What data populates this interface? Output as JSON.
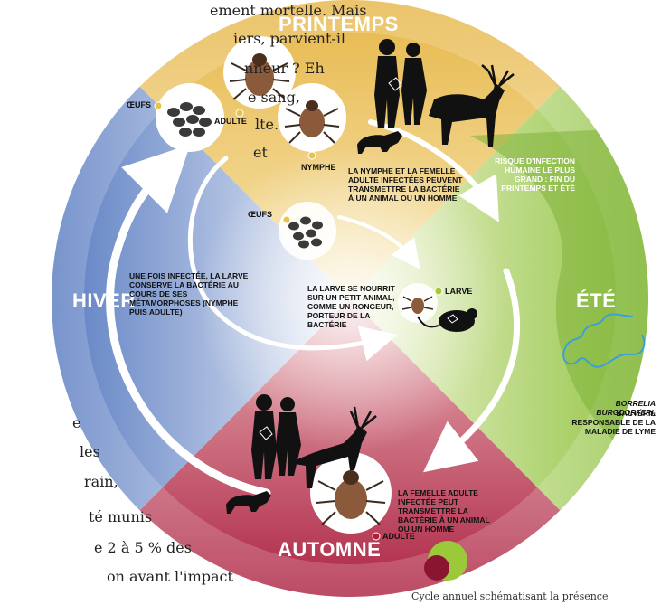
{
  "background_text": [
    "ement mortelle. Mais",
    "iers, parvient-il",
    "nneur ? Eh",
    "e sang,",
    "lte.",
    "et",
    "e",
    "les",
    "rain,",
    "té munis",
    "e 2 à 5 % des",
    "on avant l'impact"
  ],
  "seasons": {
    "spring": "PRINTEMPS",
    "summer": "ÉTÉ",
    "autumn": "AUTOMNE",
    "winter": "HIVER"
  },
  "stages": {
    "eggs_top": "ŒUFS",
    "adult_top": "ADULTE",
    "nymph": "NYMPHE",
    "eggs_center": "ŒUFS",
    "larva": "LARVE",
    "adult_bottom": "ADULTE"
  },
  "notes": {
    "nymph_female": "LA NYMPHE ET LA FEMELLE ADULTE INFECTÉES PEUVENT TRANSMETTRE LA BACTÉRIE À UN ANIMAL OU UN HOMME",
    "risk": "RISQUE D'INFECTION HUMAINE LE PLUS GRAND : FIN DU PRINTEMPS ET ÉTÉ",
    "larva_infected": "UNE FOIS INFECTÉE, LA LARVE CONSERVE LA BACTÉRIE AU COURS DE SES MÉTAMORPHOSES (NYMPHE PUIS ADULTE)",
    "larva_feeds": "LA LARVE SE NOURRIT SUR UN PETIT ANIMAL, COMME UN RONGEUR, PORTEUR DE LA BACTÉRIE",
    "female_adult": "LA FEMELLE ADULTE INFECTÉE PEUT TRANSMETTRE LA BACTÉRIE À UN ANIMAL OU UN HOMME",
    "borrelia_name": "BORRELIA BURGDORFERI,",
    "borrelia_desc": "BACTÉRIE RESPONSABLE DE LA MALADIE DE LYME"
  },
  "caption": "Cycle annuel schématisant la présence",
  "colors": {
    "spring": "#e8b84a",
    "summer": "#9cc93a",
    "autumn": "#b11f3a",
    "winter": "#5b7fc1",
    "tick": "#8a5a3a"
  },
  "icons": [
    "egg-cluster-icon",
    "tick-icon",
    "people-icon",
    "deer-icon",
    "fox-icon",
    "mouse-icon",
    "bacterium-icon"
  ]
}
